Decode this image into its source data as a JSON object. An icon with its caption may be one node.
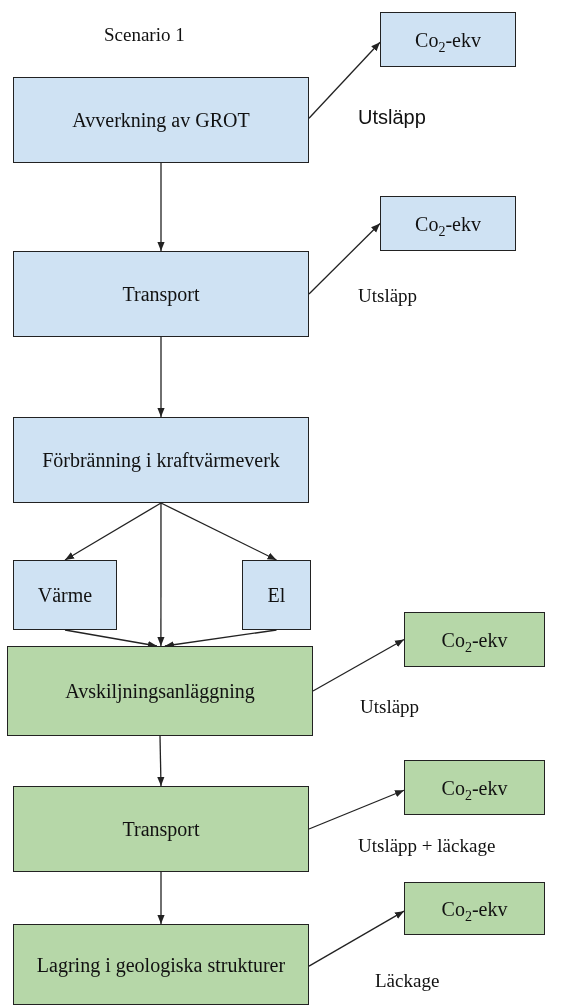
{
  "diagram": {
    "title": "Scenario 1",
    "nodes": [
      {
        "text": [
          "Avverkning av GROT"
        ]
      },
      {
        "text": [
          "Co$_{2}$-ekv"
        ]
      },
      {
        "text": [
          "Transport"
        ]
      },
      {
        "text": [
          "Co$_{2}$-ekv"
        ]
      },
      {
        "text": [
          "Förbränning i kraftvärmeverk"
        ]
      },
      {
        "text": [
          "Värme"
        ]
      },
      {
        "text": [
          "El"
        ]
      },
      {
        "text": [
          "Avskiljningsanläggning"
        ]
      },
      {
        "text": [
          "Co$_{2}$-ekv"
        ]
      },
      {
        "text": [
          "Transport"
        ]
      },
      {
        "text": [
          "Co$_{2}$-ekv"
        ]
      },
      {
        "text": [
          "Lagring i geologiska strukturer"
        ]
      },
      {
        "text": [
          "Co$_{2}$-ekv"
        ]
      }
    ],
    "edges": [
      {
        "from": 0,
        "to": 1,
        "arrow": "to",
        "label": "Utsläpp"
      },
      {
        "from": 0,
        "to": 2,
        "arrow": "to"
      },
      {
        "from": 2,
        "to": 3,
        "arrow": "to",
        "label": "Utsläpp"
      },
      {
        "from": 2,
        "to": 4,
        "arrow": "to"
      },
      {
        "from": 4,
        "to": 5,
        "arrow": "to"
      },
      {
        "from": 4,
        "to": 7,
        "arrow": "to"
      },
      {
        "from": 4,
        "to": 6,
        "arrow": "to"
      },
      {
        "from": 5,
        "to": 7,
        "arrow": "to"
      },
      {
        "from": 6,
        "to": 7,
        "arrow": "to"
      },
      {
        "from": 7,
        "to": 8,
        "arrow": "to",
        "label": "Utsläpp"
      },
      {
        "from": 7,
        "to": 9,
        "arrow": "to"
      },
      {
        "from": 9,
        "to": 10,
        "arrow": "to",
        "label": "Utsläpp + läckage"
      },
      {
        "from": 9,
        "to": 11,
        "arrow": "to"
      },
      {
        "from": 11,
        "to": 12,
        "arrow": "to",
        "label": "Läckage"
      }
    ]
  }
}
